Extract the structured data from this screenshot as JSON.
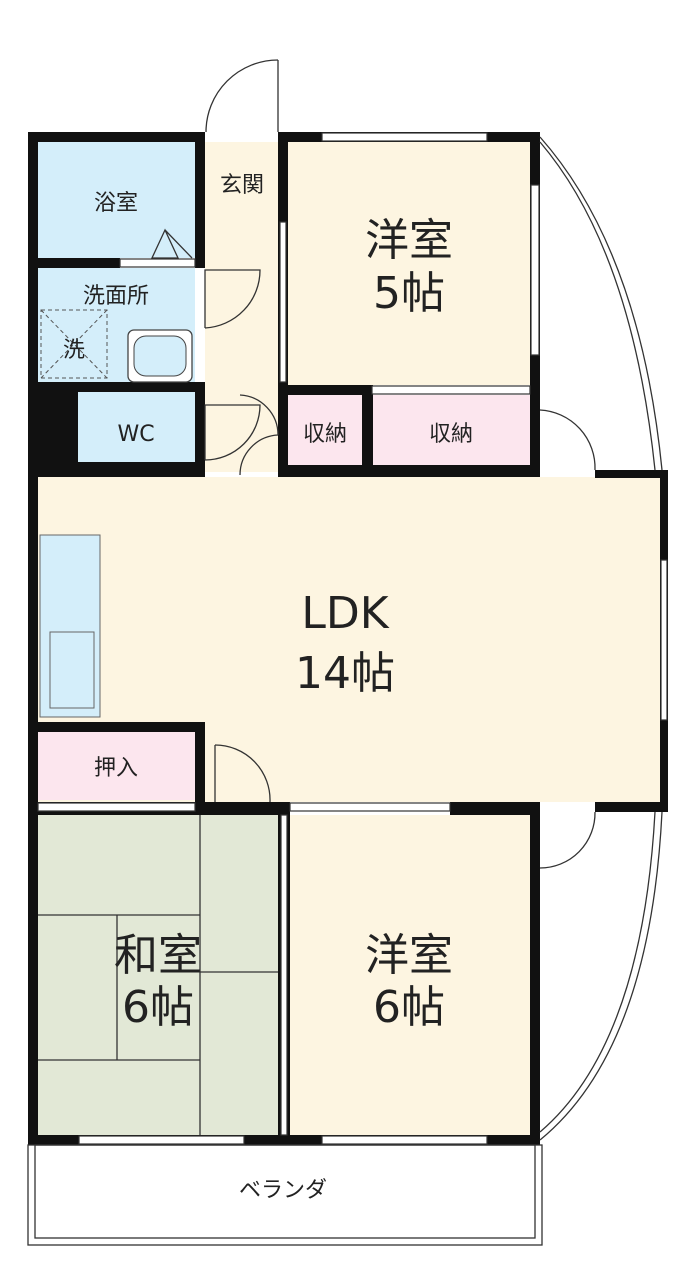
{
  "floor_plan": {
    "rooms": {
      "bath": "浴室",
      "entrance": "玄関",
      "western1_name": "洋室",
      "western1_size": "5帖",
      "washroom": "洗面所",
      "washer": "洗",
      "wc": "WC",
      "storage1": "収納",
      "storage2": "収納",
      "ldk_name": "LDK",
      "ldk_size": "14帖",
      "closet": "押入",
      "japanese_name": "和室",
      "japanese_size": "6帖",
      "western2_name": "洋室",
      "western2_size": "6帖",
      "veranda": "ベランダ"
    },
    "colors": {
      "wet_area": "#d4eefa",
      "living": "#fdf5e1",
      "storage": "#fce6ee",
      "tatami": "#e2e8d6",
      "wall": "#111111"
    }
  }
}
